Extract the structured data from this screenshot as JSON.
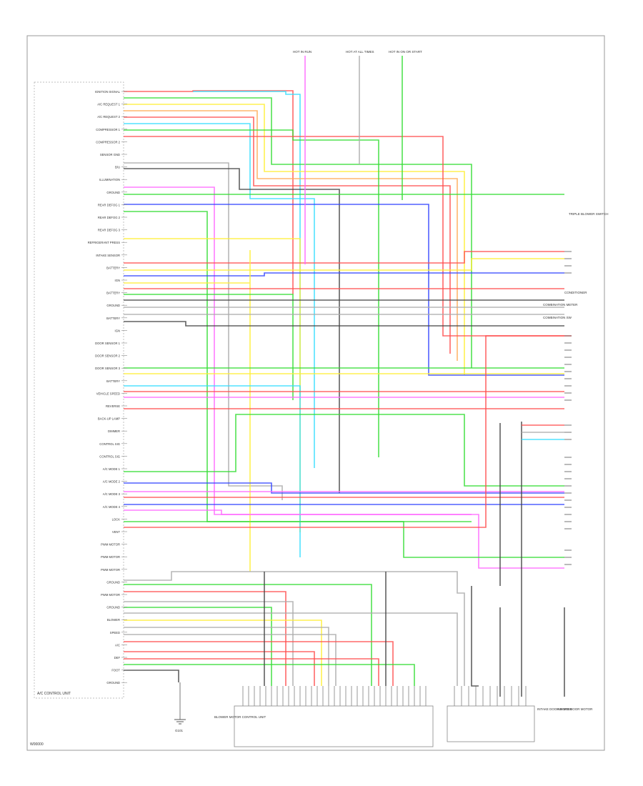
{
  "diagram": {
    "ecu_label": "A/C CONTROL UNIT",
    "figure_code": "W00000",
    "ground_label": "G101",
    "wire_colors": {
      "RED": "#ff4d4d",
      "GRN": "#33dd33",
      "YEL": "#ffee33",
      "BLU": "#3344ff",
      "LT BLU": "#33ddff",
      "PNK": "#ff66ff",
      "ORG": "#ffaa55",
      "BLK": "#444444",
      "GRY": "#aaaaaa"
    },
    "left_pins": [
      "IGNITION SIGNAL",
      "A/C REQUEST 1",
      "A/C REQUEST 2",
      "COMPRESSOR 1",
      "COMPRESSOR 2",
      "SENSOR GND",
      "B/U",
      "ILLUMINATION",
      "GROUND",
      "REAR DEFOG 1",
      "REAR DEFOG 2",
      "REAR DEFOG 3",
      "REFRIGERANT PRESS",
      "INTAKE SENSOR",
      "BATTERY",
      "IGN",
      "BATTERY",
      "GROUND",
      "BATTERY",
      "IGN",
      "DOOR SENSOR 1",
      "DOOR SENSOR 2",
      "DOOR SENSOR 3",
      "BATTERY",
      "VEHICLE SPEED",
      "REVERSE",
      "BACK-UP LAMP",
      "DIMMER",
      "CONTROL SIG",
      "CONTROL SIG",
      "A/C MODE 1",
      "A/C MODE 2",
      "A/C MODE 3",
      "A/C MODE 4",
      "LOCK",
      "VENT",
      "PWM MOTOR",
      "PWM MOTOR",
      "PWM MOTOR",
      "GROUND",
      "PWM MOTOR",
      "GROUND",
      "BLOWER",
      "SPEED",
      "A/C",
      "DEF",
      "FOOT",
      "GROUND"
    ],
    "top_labels": [
      "HOT IN RUN",
      "HOT AT ALL TIMES",
      "HOT IN ON OR START"
    ],
    "right_labels": [
      "TRIPLE BLOWER SWITCH",
      "CONDITIONER",
      "COMBINATION METER",
      "COMBINATION SW"
    ],
    "bottom_modules": [
      "BLOWER MOTOR CONTROL UNIT",
      "INTAKE DOOR MOTOR",
      "AIR MIX DOOR MOTOR"
    ]
  }
}
